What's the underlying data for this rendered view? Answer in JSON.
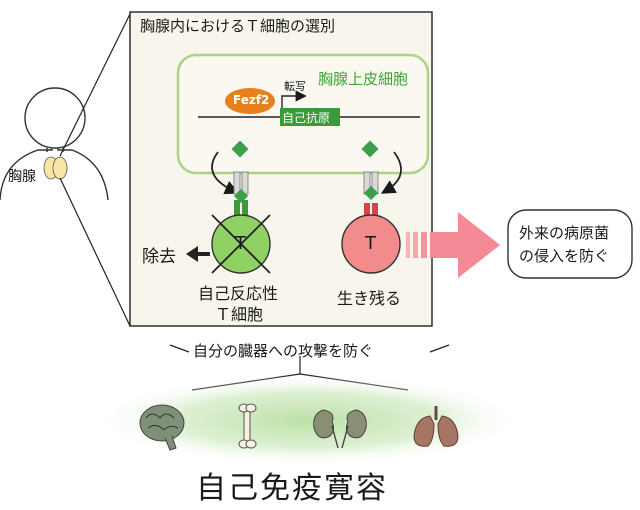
{
  "panel": {
    "title": "胸腺内におけるＴ細胞の選別"
  },
  "epithelium": {
    "label": "胸腺上皮細胞"
  },
  "gene": {
    "tf_label": "Fezf2",
    "transcription_label": "転写",
    "gene_label": "自己抗原"
  },
  "person": {
    "label": "胸腺"
  },
  "removal": {
    "label": "除去"
  },
  "cells": {
    "self_reactive": {
      "symbol": "T",
      "label_line1": "自己反応性",
      "label_line2": "Ｔ細胞"
    },
    "survivor": {
      "symbol": "T",
      "label": "生き残る"
    }
  },
  "callout": {
    "line1": "外来の病原菌",
    "line2": "の侵入を防ぐ"
  },
  "bracket": {
    "label": "自分の臓器への攻撃を防ぐ"
  },
  "organs": [
    "brain",
    "bone",
    "kidneys",
    "lungs"
  ],
  "tolerance": {
    "label": "自己免疫寛容"
  },
  "colors": {
    "panel_bg": "#f8f6ec",
    "epithelium_border": "#a8d483",
    "green_text": "#3fa535",
    "fezf2": "#e8801c",
    "gene_box": "#3a9a3a",
    "antigen": "#3aa04a",
    "self_reactive_cell": "#8fd163",
    "survivor_cell": "#f28b8b",
    "arrow_pink": "#f48a96",
    "glow": "#b8dfa2"
  }
}
